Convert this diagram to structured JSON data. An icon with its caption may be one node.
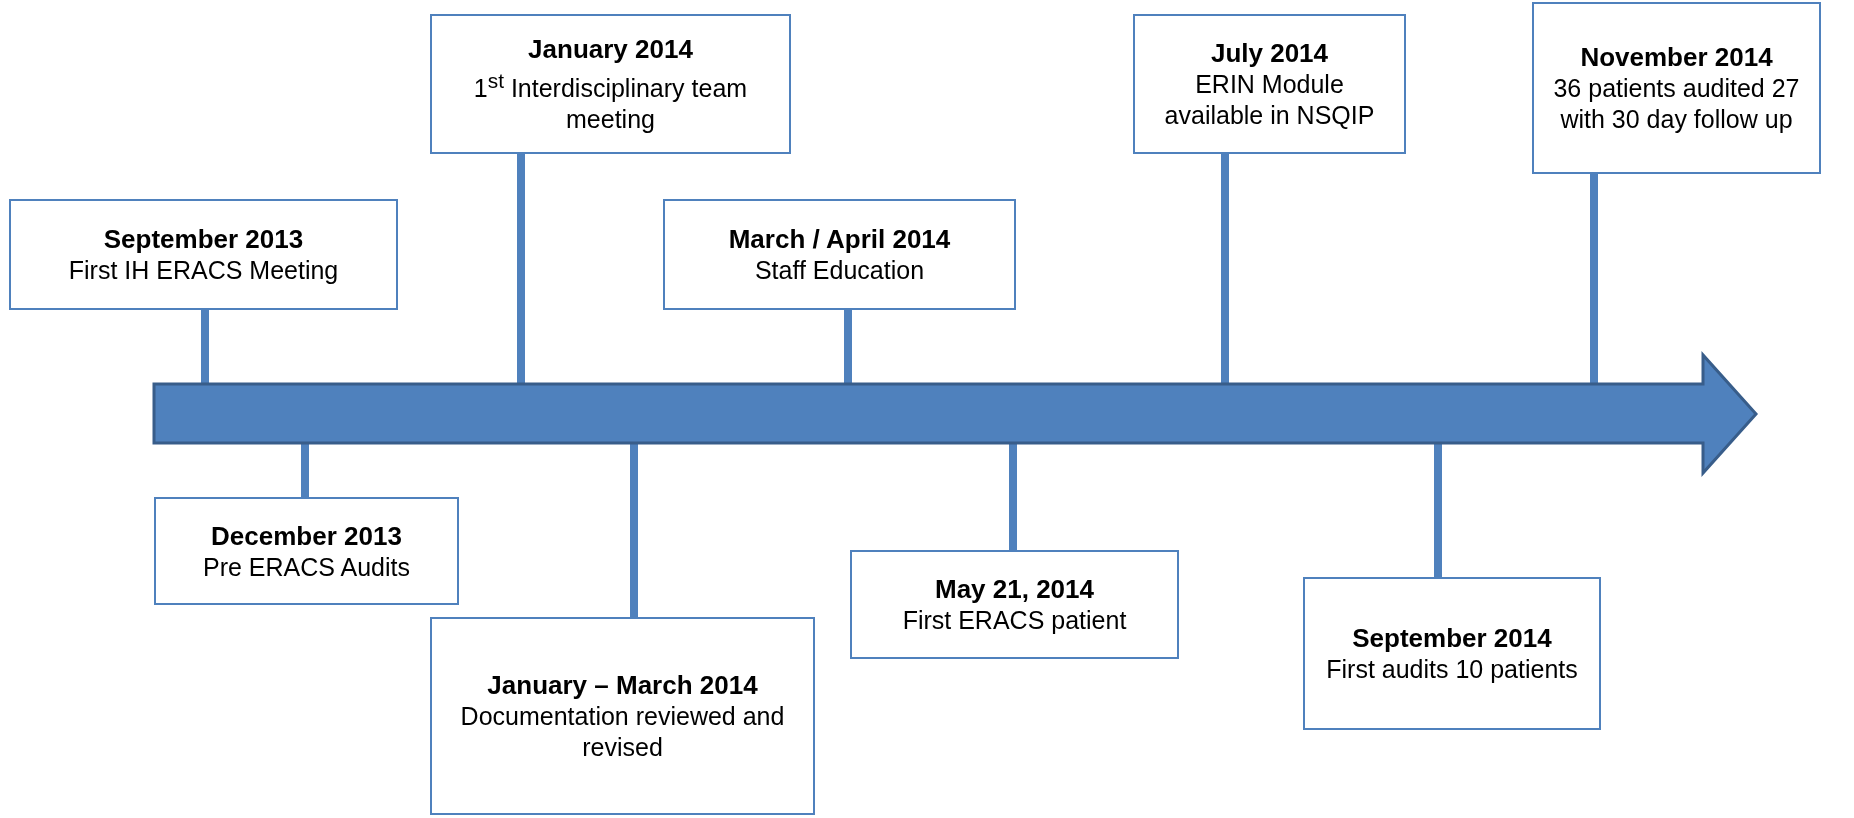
{
  "diagram": {
    "nodes": [
      {
        "text": [],
        "shape": "arrow"
      },
      {
        "text": [
          "September 2013",
          "First IH ERACS Meeting"
        ]
      },
      {
        "text": [
          "December 2013",
          "Pre ERACS Audits"
        ]
      },
      {
        "text": [
          "January 2014",
          "1$^{st}$ Interdisciplinary team meeting"
        ]
      },
      {
        "text": [
          "January – March 2014",
          "Documentation reviewed and revised"
        ]
      },
      {
        "text": [
          "March / April 2014",
          "Staff Education"
        ]
      },
      {
        "text": [
          "May 21, 2014",
          "First ERACS patient"
        ]
      },
      {
        "text": [
          "July 2014",
          "ERIN Module available in NSQIP"
        ]
      },
      {
        "text": [
          "September 2014",
          "First audits 10 patients"
        ]
      },
      {
        "text": [
          "November 2014",
          "36 patients audited 27 with 30 day follow up"
        ]
      }
    ],
    "edges": [
      {
        "from": 1,
        "to": 0,
        "arrow": "none"
      },
      {
        "from": 2,
        "to": 0,
        "arrow": "none"
      },
      {
        "from": 3,
        "to": 0,
        "arrow": "none"
      },
      {
        "from": 4,
        "to": 0,
        "arrow": "none"
      },
      {
        "from": 5,
        "to": 0,
        "arrow": "none"
      },
      {
        "from": 6,
        "to": 0,
        "arrow": "none"
      },
      {
        "from": 7,
        "to": 0,
        "arrow": "none"
      },
      {
        "from": 8,
        "to": 0,
        "arrow": "none"
      },
      {
        "from": 9,
        "to": 0,
        "arrow": "none"
      }
    ]
  }
}
